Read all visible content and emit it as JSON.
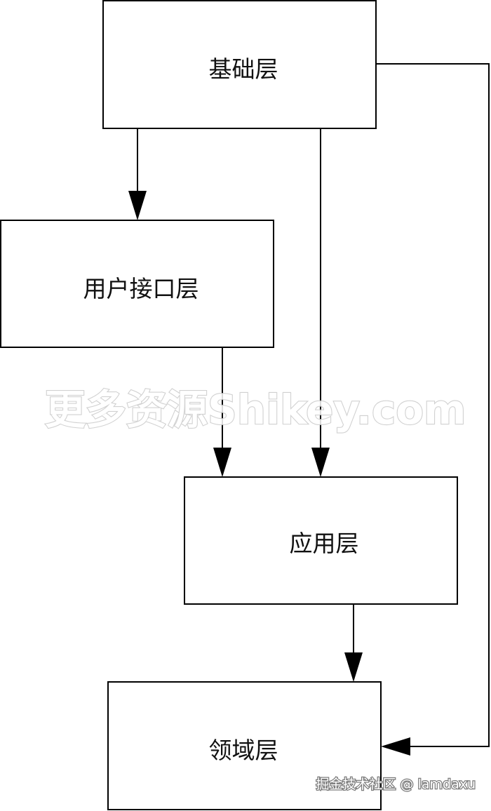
{
  "diagram": {
    "layers": {
      "infrastructure": "基础层",
      "user_interface": "用户接口层",
      "application": "应用层",
      "domain": "领域层"
    },
    "edges": [
      {
        "from": "infrastructure",
        "to": "user_interface"
      },
      {
        "from": "infrastructure",
        "to": "application"
      },
      {
        "from": "infrastructure",
        "to": "domain"
      },
      {
        "from": "user_interface",
        "to": "application"
      },
      {
        "from": "application",
        "to": "domain"
      }
    ],
    "colors": {
      "line": "#000000",
      "box_fill": "#ffffff"
    }
  },
  "overlays": {
    "watermark": "更多资源Shikey.com",
    "credit": "掘金技术社区 @ lamdaxu"
  }
}
